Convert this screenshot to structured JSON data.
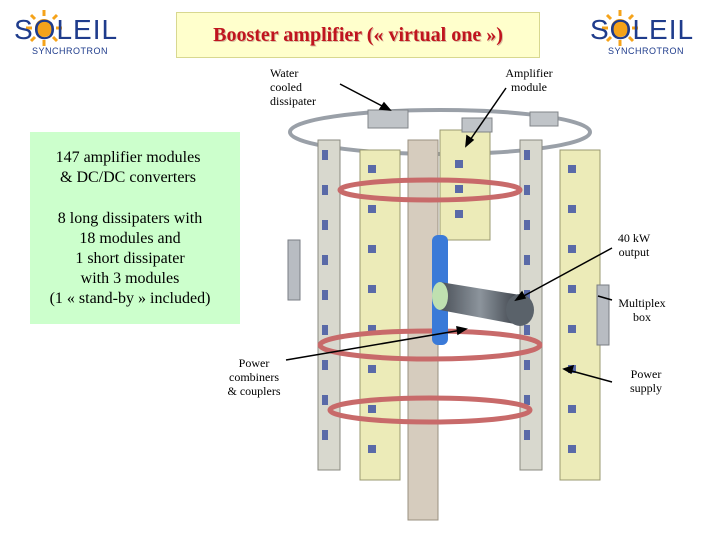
{
  "logos": {
    "left": {
      "word": "SOLEIL",
      "sub": "SYNCHROTRON"
    },
    "right": {
      "word": "SOLEIL",
      "sub": "SYNCHROTRON"
    }
  },
  "title": "Booster amplifier (« virtual one »)",
  "left_notes": {
    "modules": [
      "147 amplifier modules",
      "& DC/DC converters"
    ],
    "dissipaters": [
      "8 long dissipaters with",
      "18 modules and",
      "1 short dissipater",
      "with 3 modules",
      "(1 « stand-by » included)"
    ]
  },
  "labels": {
    "water_cooled": [
      "Water",
      "cooled",
      "dissipater"
    ],
    "amplifier_module": [
      "Amplifier",
      "module"
    ],
    "output": [
      "40 kW",
      "output"
    ],
    "multiplex": [
      "Multiplex",
      "box"
    ],
    "power_supply": [
      "Power",
      "supply"
    ],
    "power_combiners": [
      "Power",
      "combiners",
      "& couplers"
    ]
  },
  "colors": {
    "title_red": "#c0141e",
    "logo_blue": "#1f3c8c",
    "sun_orange": "#f5a31a",
    "green_box": "#ccffcc",
    "title_box": "#ffffcc"
  }
}
